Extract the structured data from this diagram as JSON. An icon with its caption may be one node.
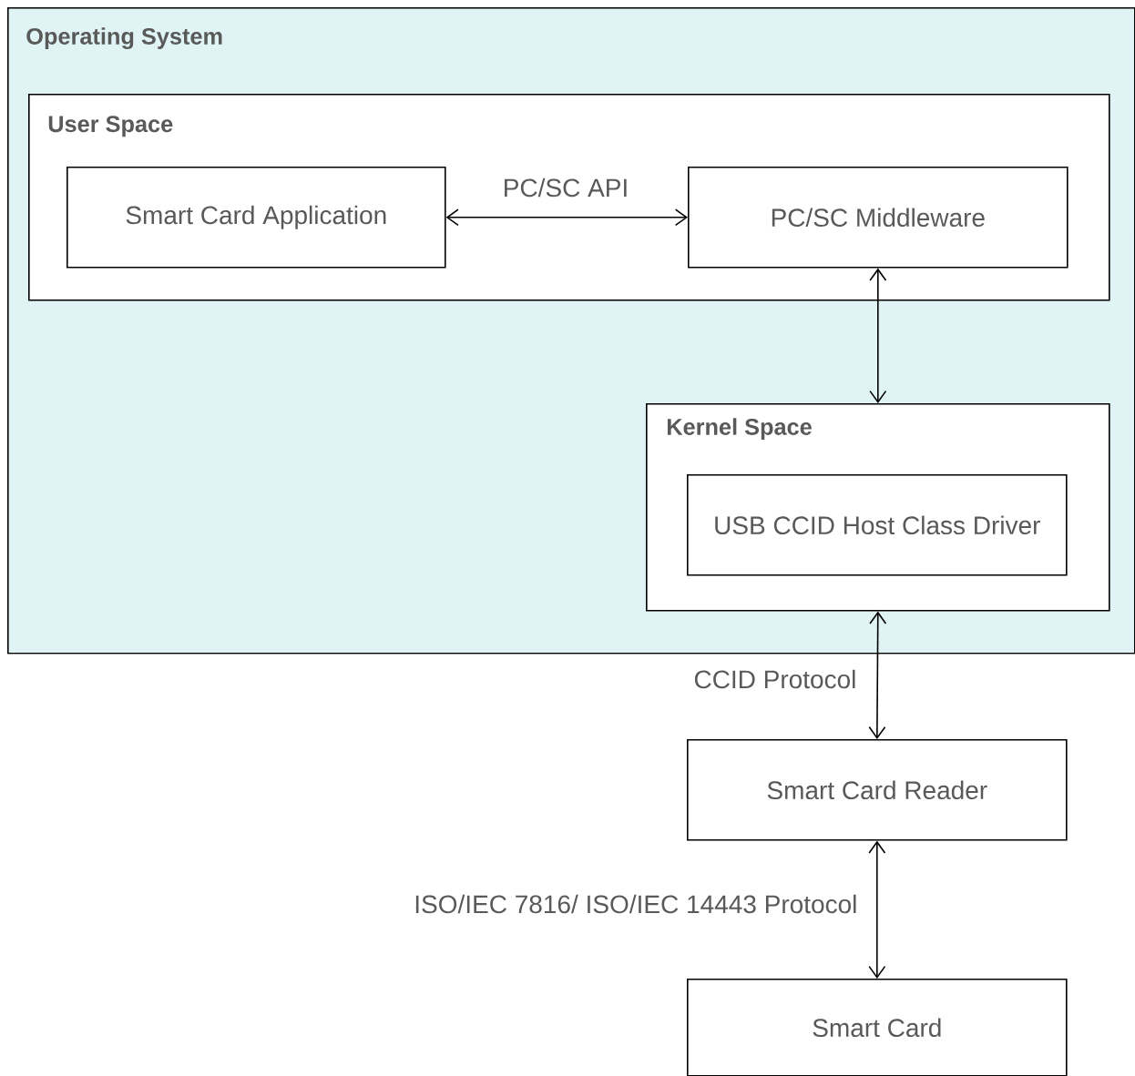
{
  "diagram": {
    "nodes": [
      {
        "text": [
          "Operating System"
        ]
      },
      {
        "text": [
          "User Space"
        ],
        "in": 0
      },
      {
        "text": [
          "Smart Card Application"
        ],
        "in": 1
      },
      {
        "text": [
          "PC/SC Middleware"
        ],
        "in": 1
      },
      {
        "text": [
          "Kernel Space"
        ],
        "in": 0
      },
      {
        "text": [
          "USB CCID Host Class Driver"
        ],
        "in": 4
      },
      {
        "text": [
          "Smart Card Reader"
        ]
      },
      {
        "text": [
          "Smart Card"
        ]
      }
    ],
    "edges": [
      {
        "from": 2,
        "to": 3,
        "arrow": "both",
        "label": "PC/SC API"
      },
      {
        "from": 3,
        "to": 4,
        "arrow": "both"
      },
      {
        "from": 4,
        "to": 6,
        "arrow": "both",
        "label": "CCID Protocol"
      },
      {
        "from": 6,
        "to": 7,
        "arrow": "both",
        "label": "ISO/IEC 7816/ ISO/IEC 14443 Protocol"
      }
    ]
  }
}
